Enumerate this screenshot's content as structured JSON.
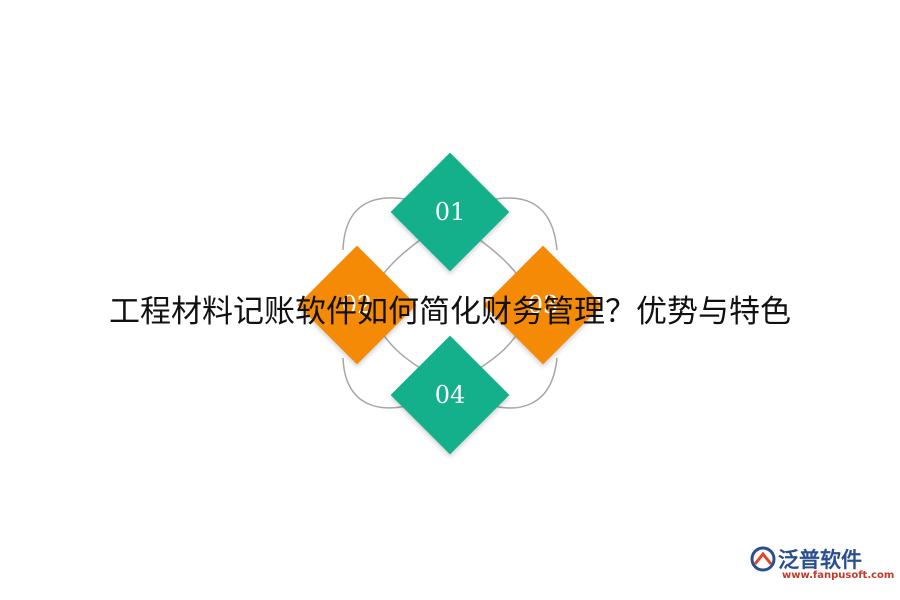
{
  "title": "工程材料记账软件如何简化财务管理？优势与特色",
  "diagram": {
    "items": [
      {
        "label": "01",
        "color": "#14b08c"
      },
      {
        "label": "02",
        "color": "#f58a07"
      },
      {
        "label": "03",
        "color": "#f58a07"
      },
      {
        "label": "04",
        "color": "#14b08c"
      }
    ],
    "line_color": "#a6a6a6"
  },
  "logo": {
    "name": "泛普软件",
    "url": "www.fanpusoft.com"
  }
}
